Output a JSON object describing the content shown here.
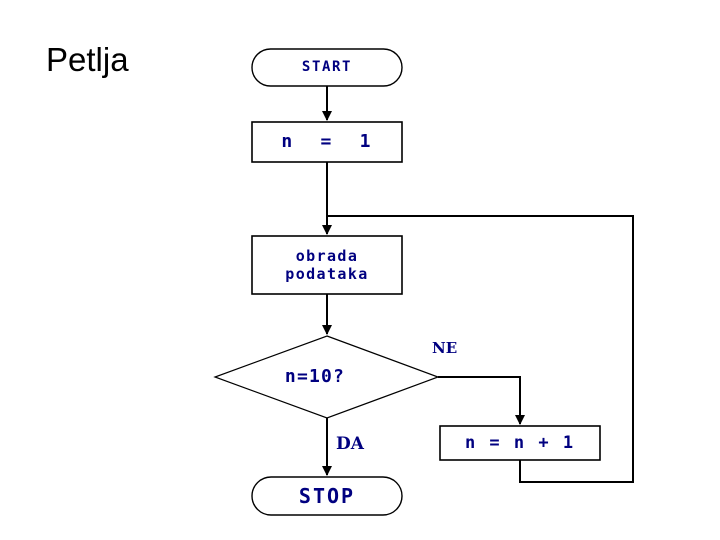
{
  "slide": {
    "title": "Petlja",
    "background_color": "#ffffff",
    "shape_stroke_color": "#000000",
    "text_color": "#000080"
  },
  "flowchart": {
    "nodes": [
      {
        "id": "start",
        "type": "terminator",
        "label": "START"
      },
      {
        "id": "init",
        "type": "process",
        "label": "n  =  1"
      },
      {
        "id": "process",
        "type": "process",
        "label_line1": "obrada",
        "label_line2": "podataka"
      },
      {
        "id": "decision",
        "type": "decision",
        "label": "n=10?"
      },
      {
        "id": "increment",
        "type": "process",
        "label": "n = n + 1"
      },
      {
        "id": "stop",
        "type": "terminator",
        "label": "STOP"
      }
    ],
    "branch_labels": {
      "yes": "DA",
      "no": "NE"
    }
  }
}
